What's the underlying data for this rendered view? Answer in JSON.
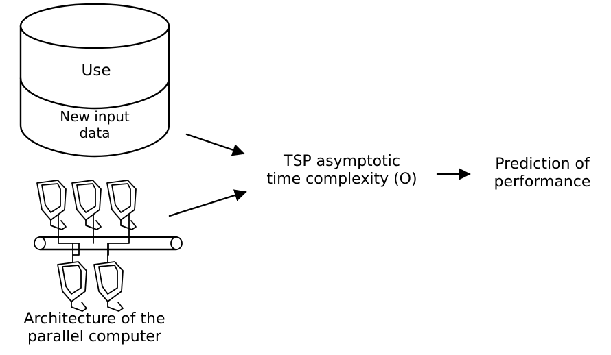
{
  "diagram": {
    "database": {
      "title": "Use",
      "subtitle": "New input\ndata"
    },
    "architecture": {
      "label": "Architecture of the\nparallel computer"
    },
    "process": {
      "label": "TSP asymptotic\ntime complexity (O)"
    },
    "result": {
      "label": "Prediction of\nperformance"
    }
  }
}
